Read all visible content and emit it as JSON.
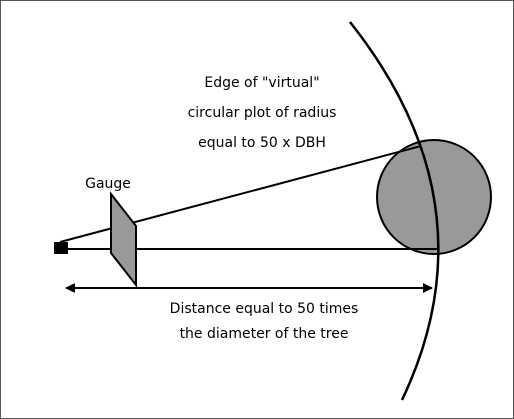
{
  "figure": {
    "plot_edge_label": [
      "Edge of \"virtual\"",
      "circular plot of radius",
      "equal to 50 x DBH"
    ],
    "gauge_label": "Gauge",
    "distance_label": [
      "Distance equal to 50 times",
      "the diameter of the tree"
    ]
  },
  "colors": {
    "tree_fill": "#999999",
    "gauge_fill": "#999999",
    "line": "#000000",
    "border": "#555555"
  }
}
